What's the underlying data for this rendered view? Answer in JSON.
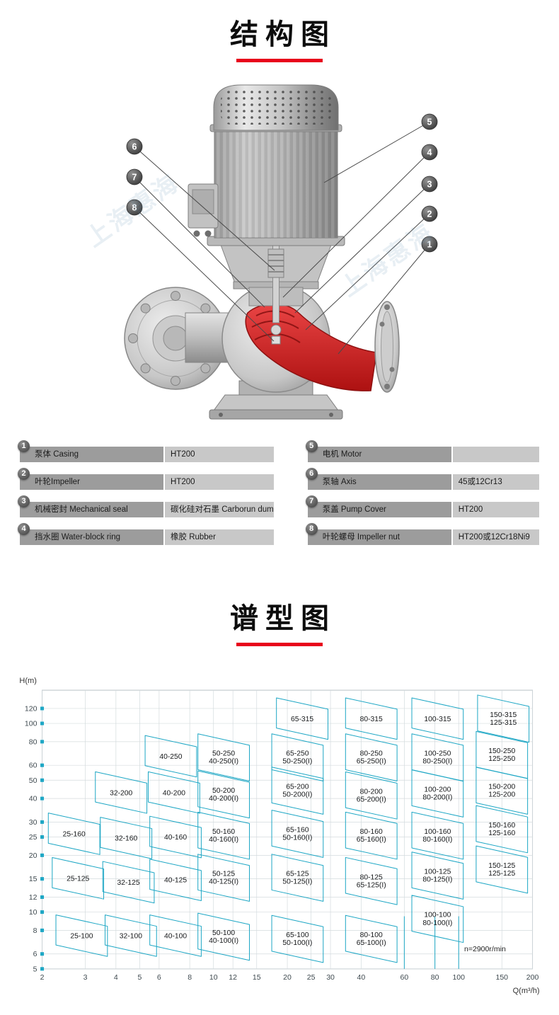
{
  "sections": {
    "structure_title": "结构图",
    "spectrum_title": "谱型图"
  },
  "watermark": "上海惠海",
  "structure": {
    "callouts": [
      "1",
      "2",
      "3",
      "4",
      "5",
      "6",
      "7",
      "8"
    ]
  },
  "parts_table": {
    "left": [
      {
        "no": "1",
        "name": "泵体 Casing",
        "value": "HT200"
      },
      {
        "no": "2",
        "name": "叶轮Impeller",
        "value": "HT200"
      },
      {
        "no": "3",
        "name": "机械密封 Mechanical seal",
        "value": "碳化硅对石墨 Carborun dum"
      },
      {
        "no": "4",
        "name": "挡水圈 Water-block ring",
        "value": "橡胶 Rubber"
      }
    ],
    "right": [
      {
        "no": "5",
        "name": "电机 Motor",
        "value": ""
      },
      {
        "no": "6",
        "name": "泵轴 Axis",
        "value": "45或12Cr13"
      },
      {
        "no": "7",
        "name": "泵盖 Pump Cover",
        "value": "HT200"
      },
      {
        "no": "8",
        "name": "叶轮螺母 Impeller nut",
        "value": "HT200或12Cr18Ni9"
      }
    ]
  },
  "chart_data": {
    "type": "region-map",
    "title": "谱型图",
    "xlabel": "Q(m³/h)",
    "ylabel": "H(m)",
    "x_scale": "log",
    "y_scale": "log",
    "x_range": [
      2,
      200
    ],
    "y_range": [
      5,
      150
    ],
    "x_ticks": [
      2,
      3,
      4,
      5,
      6,
      8,
      10,
      12,
      15,
      20,
      25,
      30,
      40,
      60,
      80,
      100,
      150,
      200
    ],
    "y_ticks": [
      5,
      6,
      8,
      10,
      12,
      15,
      20,
      25,
      30,
      40,
      50,
      60,
      80,
      100,
      120
    ],
    "grid": true,
    "annotation": "n=2900r/min",
    "annotation_q": 128,
    "annotation_h": 6.2,
    "accent_color": "#1ea7c5",
    "regions": [
      {
        "labels": [
          "65-315"
        ],
        "q": 23,
        "h": 106
      },
      {
        "labels": [
          "80-315"
        ],
        "q": 44,
        "h": 106
      },
      {
        "labels": [
          "100-315"
        ],
        "q": 82,
        "h": 106
      },
      {
        "labels": [
          "150-315",
          "125-315"
        ],
        "q": 152,
        "h": 106
      },
      {
        "labels": [
          "40-250"
        ],
        "q": 6.7,
        "h": 67
      },
      {
        "labels": [
          "50-250",
          "40-250(I)"
        ],
        "q": 11,
        "h": 66
      },
      {
        "labels": [
          "65-250",
          "50-250(I)"
        ],
        "q": 22,
        "h": 66
      },
      {
        "labels": [
          "80-250",
          "65-250(I)"
        ],
        "q": 44,
        "h": 66
      },
      {
        "labels": [
          "100-250",
          "80-250(I)"
        ],
        "q": 82,
        "h": 66
      },
      {
        "labels": [
          "150-250",
          "125-250"
        ],
        "q": 150,
        "h": 68
      },
      {
        "labels": [
          "32-200"
        ],
        "q": 4.2,
        "h": 43
      },
      {
        "labels": [
          "40-200"
        ],
        "q": 6.9,
        "h": 43
      },
      {
        "labels": [
          "50-200",
          "40-200(I)"
        ],
        "q": 11,
        "h": 42
      },
      {
        "labels": [
          "65-200",
          "50-200(I)"
        ],
        "q": 22,
        "h": 44
      },
      {
        "labels": [
          "80-200",
          "65-200(I)"
        ],
        "q": 44,
        "h": 41.5
      },
      {
        "labels": [
          "100-200",
          "80-200(I)"
        ],
        "q": 82,
        "h": 42.5
      },
      {
        "labels": [
          "150-200",
          "125-200"
        ],
        "q": 150,
        "h": 44
      },
      {
        "labels": [
          "25-160"
        ],
        "q": 2.7,
        "h": 26
      },
      {
        "labels": [
          "32-160"
        ],
        "q": 4.4,
        "h": 24.7
      },
      {
        "labels": [
          "40-160"
        ],
        "q": 7,
        "h": 25
      },
      {
        "labels": [
          "50-160",
          "40-160(I)"
        ],
        "q": 11,
        "h": 25.4
      },
      {
        "labels": [
          "65-160",
          "50-160(I)"
        ],
        "q": 22,
        "h": 26
      },
      {
        "labels": [
          "80-160",
          "65-160(I)"
        ],
        "q": 44,
        "h": 25.4
      },
      {
        "labels": [
          "100-160",
          "80-160(I)"
        ],
        "q": 82,
        "h": 25.4
      },
      {
        "labels": [
          "150-160",
          "125-160"
        ],
        "q": 150,
        "h": 27.5
      },
      {
        "labels": [
          "25-125"
        ],
        "q": 2.8,
        "h": 15.1
      },
      {
        "labels": [
          "32-125"
        ],
        "q": 4.5,
        "h": 14.4
      },
      {
        "labels": [
          "40-125"
        ],
        "q": 7,
        "h": 14.8
      },
      {
        "labels": [
          "50-125",
          "40-125(I)"
        ],
        "q": 11,
        "h": 15.2
      },
      {
        "labels": [
          "65-125",
          "50-125(I)"
        ],
        "q": 22,
        "h": 15.2
      },
      {
        "labels": [
          "80-125",
          "65-125(I)"
        ],
        "q": 44,
        "h": 14.6
      },
      {
        "labels": [
          "100-125",
          "80-125(I)"
        ],
        "q": 82,
        "h": 15.6
      },
      {
        "labels": [
          "150-125",
          "125-125"
        ],
        "q": 150,
        "h": 16.8
      },
      {
        "labels": [
          "25-100"
        ],
        "q": 2.9,
        "h": 7.5
      },
      {
        "labels": [
          "32-100"
        ],
        "q": 4.6,
        "h": 7.5
      },
      {
        "labels": [
          "40-100"
        ],
        "q": 7,
        "h": 7.5
      },
      {
        "labels": [
          "50-100",
          "40-100(I)"
        ],
        "q": 11,
        "h": 7.4
      },
      {
        "labels": [
          "65-100",
          "50-100(I)"
        ],
        "q": 22,
        "h": 7.2
      },
      {
        "labels": [
          "80-100",
          "65-100(I)"
        ],
        "q": 44,
        "h": 7.2
      },
      {
        "labels": [
          "100-100",
          "80-100(I)"
        ],
        "q": 82,
        "h": 9.2
      }
    ]
  }
}
